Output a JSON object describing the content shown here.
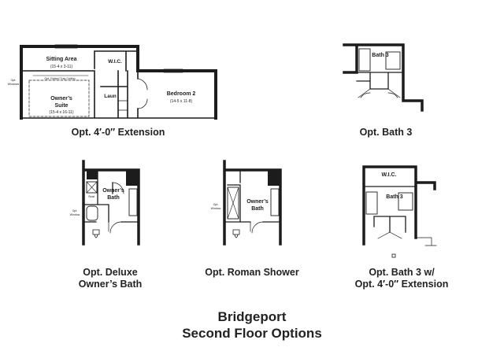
{
  "title": {
    "line1": "Bridgeport",
    "line2": "Second Floor Options"
  },
  "captions": {
    "extension": "Opt. 4′-0″ Extension",
    "bath3": "Opt. Bath 3",
    "deluxe_line1": "Opt. Deluxe",
    "deluxe_line2": "Owner’s Bath",
    "roman": "Opt. Roman Shower",
    "bath3ext_line1": "Opt. Bath 3 w/",
    "bath3ext_line2": "Opt. 4′-0″ Extension"
  },
  "extension_plan": {
    "sitting_area": "Sitting Area",
    "sitting_area_dims": "(15-4 x 3-11)",
    "wic": "W.I.C.",
    "laun": "Laun",
    "bedroom2": "Bedroom 2",
    "bedroom2_dims": "(14-5 x 11-8)",
    "owners_suite_line1": "Owner’s",
    "owners_suite_line2": "Suite",
    "owners_suite_dims": "(15-4 x 16-11)",
    "raised_tray": "Opt. Raised Tray Ceiling",
    "windows_line1": "Opt.",
    "windows_line2": "Windows"
  },
  "bath3_plan": {
    "bath3": "Bath 3"
  },
  "deluxe_plan": {
    "owners_bath_line1": "Owner’s",
    "owners_bath_line2": "Bath",
    "seat": "Seat",
    "window_line1": "Opt.",
    "window_line2": "Window"
  },
  "roman_plan": {
    "owners_bath_line1": "Owner’s",
    "owners_bath_line2": "Bath",
    "window_line1": "Opt.",
    "window_line2": "Window"
  },
  "bath3ext_plan": {
    "wic": "W.I.C.",
    "bath3": "Bath 3"
  }
}
